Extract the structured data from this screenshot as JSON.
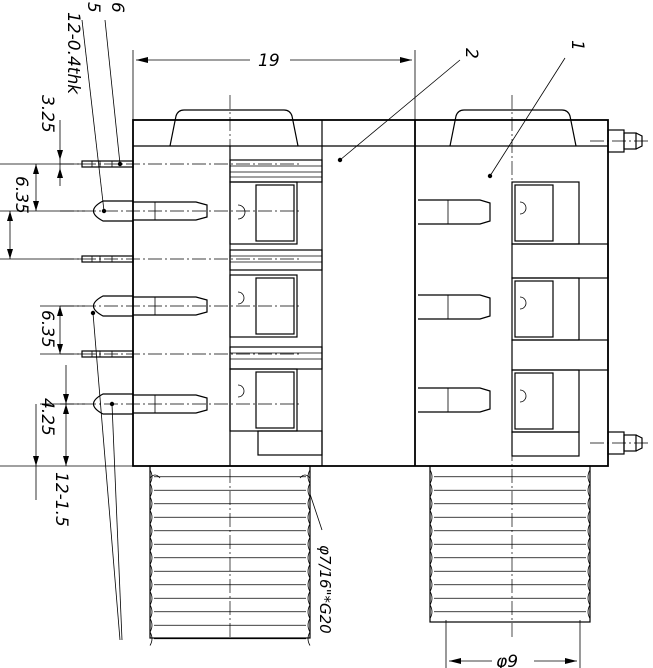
{
  "dimensions": {
    "overall_width": "19",
    "pin_thickness": "12-0.4thk",
    "pitch_top": "3.25",
    "pitch_a": "6.35",
    "pitch_b": "6.35",
    "bottom_offset": "4.25",
    "pin_spec": "12-1.5",
    "thread_spec": "φ7/16\"*G20",
    "boss_diameter": "φ9"
  },
  "callouts": {
    "c1": "1",
    "c2": "2",
    "c5": "5",
    "c6": "6"
  }
}
